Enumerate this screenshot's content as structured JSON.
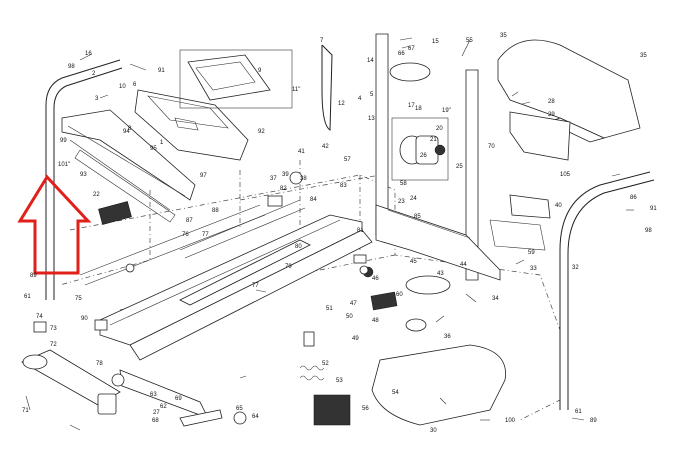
{
  "diagram": {
    "accent_color": "#e0201a",
    "callouts": [
      {
        "id": "c16a",
        "text": "16"
      },
      {
        "id": "c98a",
        "text": "98"
      },
      {
        "id": "c2",
        "text": "2"
      },
      {
        "id": "c91a",
        "text": "91"
      },
      {
        "id": "c3",
        "text": "3"
      },
      {
        "id": "c6",
        "text": "6"
      },
      {
        "id": "c11",
        "text": "11\""
      },
      {
        "id": "c9",
        "text": "9"
      },
      {
        "id": "c10",
        "text": "10"
      },
      {
        "id": "c8",
        "text": "8"
      },
      {
        "id": "c92",
        "text": "92"
      },
      {
        "id": "c99",
        "text": "99"
      },
      {
        "id": "c101",
        "text": "101\""
      },
      {
        "id": "c93",
        "text": "93"
      },
      {
        "id": "c94",
        "text": "94"
      },
      {
        "id": "c95",
        "text": "95"
      },
      {
        "id": "c97",
        "text": "97"
      },
      {
        "id": "c1",
        "text": "1"
      },
      {
        "id": "c66",
        "text": "66"
      },
      {
        "id": "c67",
        "text": "67"
      },
      {
        "id": "c14",
        "text": "14"
      },
      {
        "id": "c15a",
        "text": "15"
      },
      {
        "id": "c5",
        "text": "5"
      },
      {
        "id": "c4",
        "text": "4"
      },
      {
        "id": "c13",
        "text": "13"
      },
      {
        "id": "c12",
        "text": "12"
      },
      {
        "id": "c18",
        "text": "18"
      },
      {
        "id": "c19",
        "text": "19\""
      },
      {
        "id": "c20",
        "text": "20"
      },
      {
        "id": "c21",
        "text": "21"
      },
      {
        "id": "c25",
        "text": "25"
      },
      {
        "id": "c55",
        "text": "55"
      },
      {
        "id": "c35a",
        "text": "35"
      },
      {
        "id": "c35b",
        "text": "35"
      },
      {
        "id": "c28",
        "text": "28"
      },
      {
        "id": "c29",
        "text": "29"
      },
      {
        "id": "c70",
        "text": "70"
      },
      {
        "id": "c105",
        "text": "105"
      },
      {
        "id": "c32",
        "text": "32"
      },
      {
        "id": "c40",
        "text": "40"
      },
      {
        "id": "c59",
        "text": "59"
      },
      {
        "id": "c33",
        "text": "33"
      },
      {
        "id": "c86",
        "text": "86"
      },
      {
        "id": "c91b",
        "text": "91"
      },
      {
        "id": "c98b",
        "text": "98"
      },
      {
        "id": "c41",
        "text": "41"
      },
      {
        "id": "c57",
        "text": "57"
      },
      {
        "id": "c42",
        "text": "42"
      },
      {
        "id": "c37",
        "text": "37"
      },
      {
        "id": "c38",
        "text": "38"
      },
      {
        "id": "c39",
        "text": "39"
      },
      {
        "id": "c84",
        "text": "84"
      },
      {
        "id": "c83",
        "text": "83"
      },
      {
        "id": "c22",
        "text": "22"
      },
      {
        "id": "c80",
        "text": "80"
      },
      {
        "id": "c79",
        "text": "79"
      },
      {
        "id": "c77a",
        "text": "77"
      },
      {
        "id": "c77b",
        "text": "77"
      },
      {
        "id": "c76",
        "text": "76"
      },
      {
        "id": "c75",
        "text": "75"
      },
      {
        "id": "c89a",
        "text": "89"
      },
      {
        "id": "c61a",
        "text": "61"
      },
      {
        "id": "c74",
        "text": "74"
      },
      {
        "id": "c73",
        "text": "73"
      },
      {
        "id": "c90",
        "text": "90"
      },
      {
        "id": "c72",
        "text": "72"
      },
      {
        "id": "c71",
        "text": "71"
      },
      {
        "id": "c78",
        "text": "78"
      },
      {
        "id": "c63",
        "text": "63"
      },
      {
        "id": "c62",
        "text": "62"
      },
      {
        "id": "c27",
        "text": "27"
      },
      {
        "id": "c68",
        "text": "68"
      },
      {
        "id": "c65",
        "text": "65"
      },
      {
        "id": "c64",
        "text": "64"
      },
      {
        "id": "c81",
        "text": "81"
      },
      {
        "id": "c45",
        "text": "45"
      },
      {
        "id": "c43",
        "text": "43"
      },
      {
        "id": "c46",
        "text": "46"
      },
      {
        "id": "c44",
        "text": "44"
      },
      {
        "id": "c36",
        "text": "36"
      },
      {
        "id": "c34",
        "text": "34"
      },
      {
        "id": "c47",
        "text": "47"
      },
      {
        "id": "c48",
        "text": "48"
      },
      {
        "id": "c49",
        "text": "49"
      },
      {
        "id": "c50",
        "text": "50"
      },
      {
        "id": "c51",
        "text": "51"
      },
      {
        "id": "c52",
        "text": "52"
      },
      {
        "id": "c53",
        "text": "53"
      },
      {
        "id": "c56",
        "text": "56"
      },
      {
        "id": "c54",
        "text": "54"
      },
      {
        "id": "c30",
        "text": "30"
      },
      {
        "id": "c60",
        "text": "60"
      },
      {
        "id": "c82",
        "text": "82"
      },
      {
        "id": "c23",
        "text": "23"
      },
      {
        "id": "c85",
        "text": "85"
      },
      {
        "id": "c58",
        "text": "58"
      },
      {
        "id": "c26",
        "text": "26"
      },
      {
        "id": "c61b",
        "text": "61"
      },
      {
        "id": "c89b",
        "text": "89"
      },
      {
        "id": "c100",
        "text": "100"
      },
      {
        "id": "c24",
        "text": "24"
      },
      {
        "id": "c17",
        "text": "17"
      },
      {
        "id": "c7",
        "text": "7"
      },
      {
        "id": "c69",
        "text": "69"
      },
      {
        "id": "c87",
        "text": "87"
      },
      {
        "id": "c88",
        "text": "88"
      }
    ]
  }
}
